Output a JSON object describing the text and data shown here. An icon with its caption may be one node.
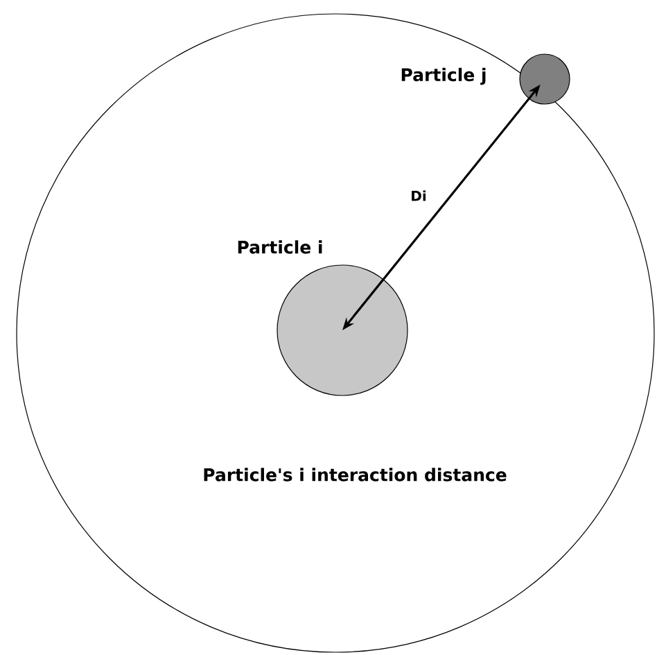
{
  "diagram": {
    "nodes": [
      {
        "text": [
          "Particle's i interaction distance"
        ]
      },
      {
        "text": [
          "Particle i"
        ],
        "in": 0
      },
      {
        "text": [
          "Particle j"
        ]
      }
    ],
    "edges": [
      {
        "from": 1,
        "to": 2,
        "arrow": "both",
        "label": "Di"
      }
    ]
  }
}
